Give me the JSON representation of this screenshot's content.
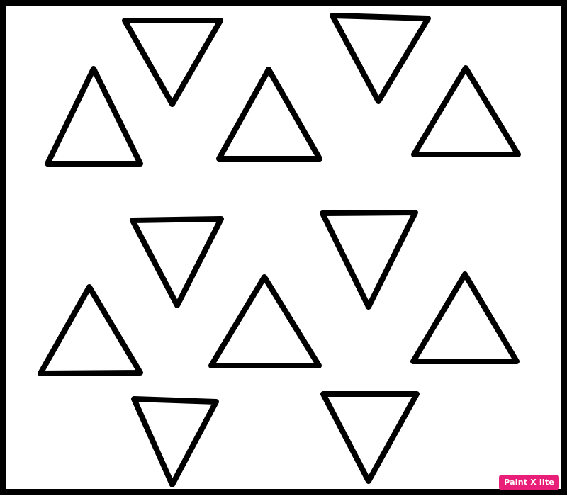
{
  "canvas": {
    "background": "#ffffff",
    "stroke_color": "#000000",
    "shape": "triangle-outline",
    "shape_count": 12
  },
  "watermark": {
    "text": "Paint X lite",
    "color": "#e91e78",
    "text_color": "#ffffff"
  }
}
